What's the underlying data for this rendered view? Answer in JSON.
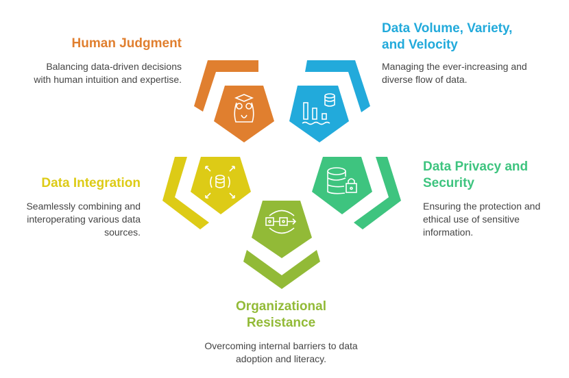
{
  "colors": {
    "human": "#E07F2F",
    "volume": "#22AADB",
    "integration": "#DDCB16",
    "privacy": "#3EC47F",
    "resistance": "#92BA37"
  },
  "items": {
    "human": {
      "title": "Human Judgment",
      "desc": "Balancing data-driven decisions with human intuition and expertise.",
      "icon": "owl-graduation-icon"
    },
    "volume": {
      "title": "Data Volume, Variety, and Velocity",
      "desc": "Managing the ever-increasing and diverse flow of data.",
      "icon": "database-chart-icon"
    },
    "integration": {
      "title": "Data Integration",
      "desc": "Seamlessly combining and interoperating various data sources.",
      "icon": "database-expand-icon"
    },
    "privacy": {
      "title": "Data Privacy and Security",
      "desc": "Ensuring the protection and ethical use of sensitive information.",
      "icon": "database-lock-icon"
    },
    "resistance": {
      "title": "Organizational Resistance",
      "desc": "Overcoming internal barriers to data adoption and literacy.",
      "icon": "process-flow-icon"
    }
  }
}
